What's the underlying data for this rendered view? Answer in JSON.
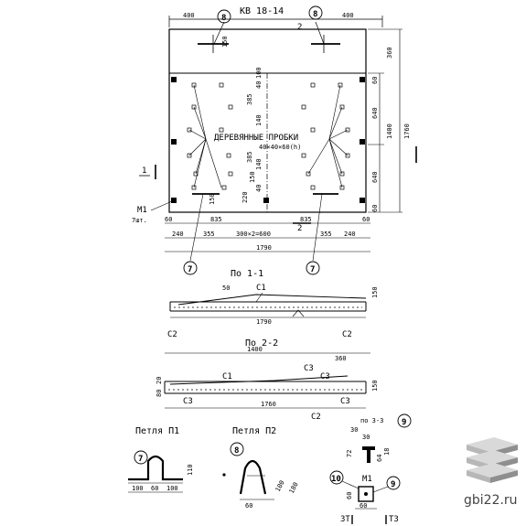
{
  "titles": {
    "main": "КВ 18-14",
    "section11": "По 1-1",
    "section22": "По 2-2",
    "section33": "по 3-3",
    "loop1": "Петля П1",
    "loop2": "Петля П2",
    "m1_detail": "М1"
  },
  "labels": {
    "wood_plugs": "ДЕРЕВЯННЫЕ ПРОБКИ",
    "wood_size": "40×40×60(h)",
    "m1": "М1",
    "m1_qty": "7шт.",
    "cut_11": "1",
    "cut_22": "2",
    "c1": "С1",
    "c2": "С2",
    "c3": "С3",
    "t1": "3Т",
    "t3": "Т3"
  },
  "markers": {
    "m7": "7",
    "m8": "8",
    "m9": "9",
    "m10": "10"
  },
  "dims": {
    "d400": "400",
    "d150": "150",
    "d360": "360",
    "d385": "385",
    "d40": "40",
    "d140": "140",
    "d220": "220",
    "d60": "60",
    "d640": "640",
    "d1400": "1400",
    "d1760": "1760",
    "d835": "835",
    "d240": "240",
    "d355": "355",
    "d300x2": "300×2=600",
    "d1790": "1790",
    "d50": "50",
    "d20": "20",
    "d80": "80",
    "d100": "100",
    "d110": "110",
    "d180": "180",
    "d30": "30",
    "d72": "72",
    "d64": "64",
    "d18": "18",
    "d60b": "60"
  },
  "watermark": {
    "site": "gbi22.ru"
  },
  "colors": {
    "ink": "#000000",
    "paper": "#ffffff",
    "logo_light": "#d9d9d9",
    "logo_mid": "#b7b7b7",
    "logo_dark": "#8f8f8f"
  }
}
